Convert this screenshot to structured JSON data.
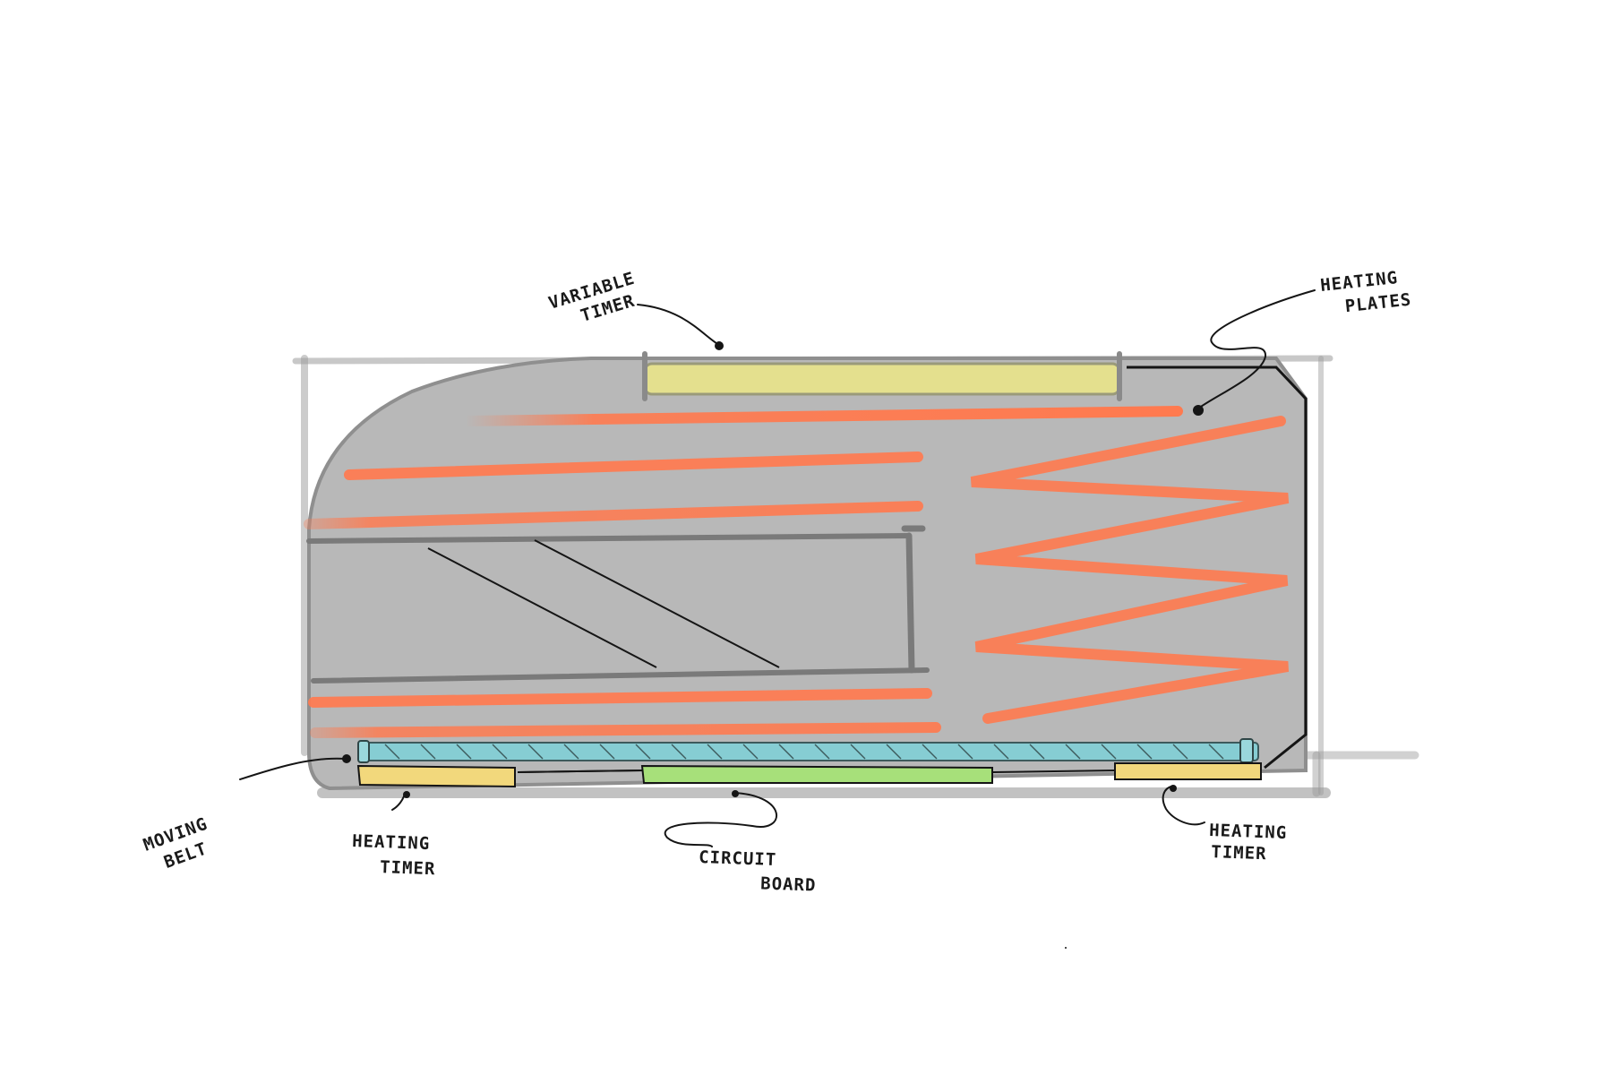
{
  "labels": {
    "variable_timer": [
      "VARIABLE",
      "TIMER"
    ],
    "heating_plates": [
      "HEATING",
      "PLATES"
    ],
    "moving_belt": [
      "MOVING",
      "BELT"
    ],
    "heating_timer_left": [
      "HEATING",
      "TIMER"
    ],
    "circuit_board": [
      "CIRCUIT",
      "BOARD"
    ],
    "heating_timer_right": [
      "HEATING",
      "TIMER"
    ]
  },
  "colors": {
    "body": "#b8b8b8",
    "frame": "#8f8f8f",
    "heater": "#ff7a4f",
    "timer_top": "#e4e08e",
    "timer_bottom": "#f2d87c",
    "belt": "#86cdd3",
    "circuit": "#a7e07a",
    "ink": "#151515"
  }
}
